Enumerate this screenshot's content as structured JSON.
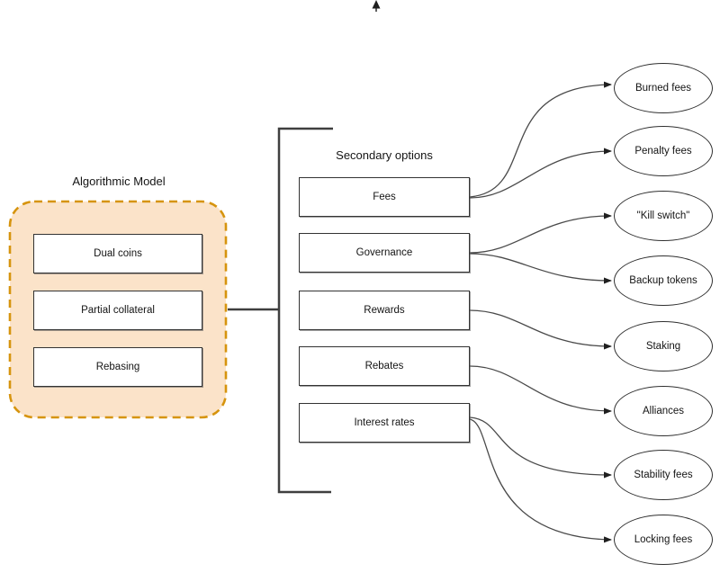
{
  "diagram": {
    "top_arrow_icon": "up-arrow",
    "algorithmic_model": {
      "title": "Algorithmic Model",
      "items": [
        "Dual coins",
        "Partial collateral",
        "Rebasing"
      ]
    },
    "secondary_options": {
      "title": "Secondary options",
      "items": [
        "Fees",
        "Governance",
        "Rewards",
        "Rebates",
        "Interest rates"
      ]
    },
    "outcomes": [
      "Burned fees",
      "Penalty fees",
      "\"Kill switch\"",
      "Backup tokens",
      "Staking",
      "Alliances",
      "Stability fees",
      "Locking fees"
    ],
    "connections": [
      {
        "from": "Algorithmic Model",
        "to": "Secondary options"
      },
      {
        "from": "Fees",
        "to": "Burned fees"
      },
      {
        "from": "Fees",
        "to": "Penalty fees"
      },
      {
        "from": "Governance",
        "to": "\"Kill switch\""
      },
      {
        "from": "Governance",
        "to": "Backup tokens"
      },
      {
        "from": "Rewards",
        "to": "Staking"
      },
      {
        "from": "Rebates",
        "to": "Alliances"
      },
      {
        "from": "Interest rates",
        "to": "Stability fees"
      },
      {
        "from": "Interest rates",
        "to": "Locking fees"
      }
    ],
    "colors": {
      "container_fill": "#FBE3C9",
      "container_border": "#D6940E",
      "line": "#4a4a4a",
      "node_border": "#333333"
    }
  }
}
